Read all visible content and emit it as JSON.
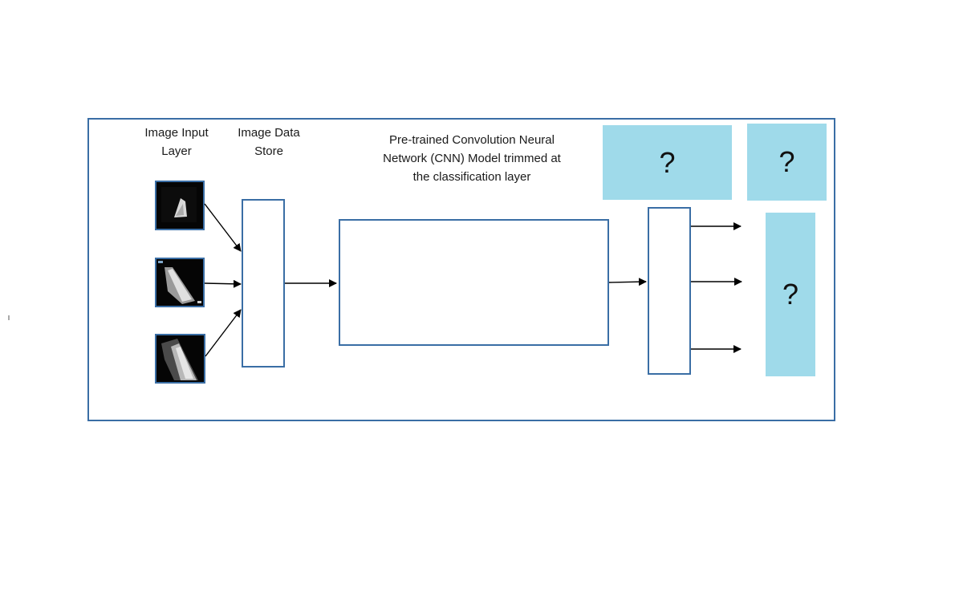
{
  "labels": {
    "image_input_layer": "Image Input\nLayer",
    "image_data_store": "Image Data\nStore",
    "cnn_model": "Pre-trained Convolution Neural\nNetwork (CNN) Model trimmed at\nthe classification layer"
  },
  "unknown_boxes": [
    "?",
    "?",
    "?"
  ],
  "colors": {
    "frame_border": "#3a6ea5",
    "unknown_fill": "#9fdaea",
    "arrow": "#000000"
  }
}
